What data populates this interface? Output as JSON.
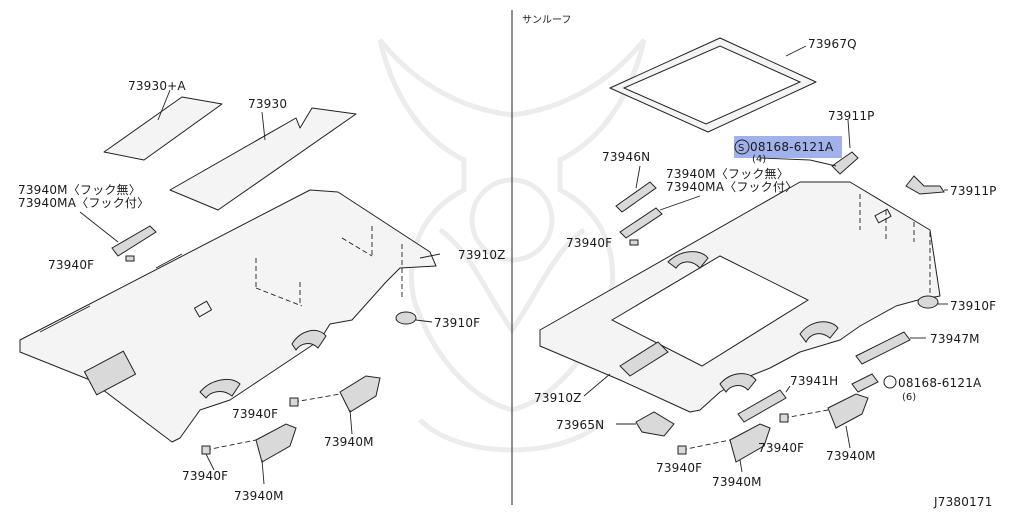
{
  "diagram": {
    "section_title": "サンルーフ",
    "drawing_number": "J7380171",
    "labels": {
      "l_73930A": "73930+A",
      "l_73930": "73930",
      "l_73940M_hook_none": "73940M〈フック無〉",
      "l_73940MA_hook": "73940MA〈フック付〉",
      "l_73940F_a": "73940F",
      "l_73910Z_a": "73910Z",
      "l_73910F_a": "73910F",
      "l_73940F_b": "73940F",
      "l_73940M_a": "73940M",
      "l_73940F_c": "73940F",
      "l_73940M_b": "73940M",
      "r_73967Q": "73967Q",
      "r_73911P_a": "73911P",
      "r_08168_top": "08168-6121A",
      "r_08168_top_qty": "(4)",
      "r_73946N": "73946N",
      "r_73940M_hook_none": "73940M〈フック無〉",
      "r_73940MA_hook": "73940MA〈フック付〉",
      "r_73911P_b": "73911P",
      "r_73940F_a": "73940F",
      "r_73910F": "73910F",
      "r_73947M": "73947M",
      "r_73941H": "73941H",
      "r_08168_bottom": "08168-6121A",
      "r_08168_bottom_qty": "(6)",
      "r_73910Z": "73910Z",
      "r_73965N": "73965N",
      "r_73940F_b": "73940F",
      "r_73940F_c": "73940F",
      "r_73940M_a": "73940M",
      "r_73940M_b": "73940M"
    },
    "bolt_symbol": "S",
    "highlight_color": "#8fa3e8"
  }
}
